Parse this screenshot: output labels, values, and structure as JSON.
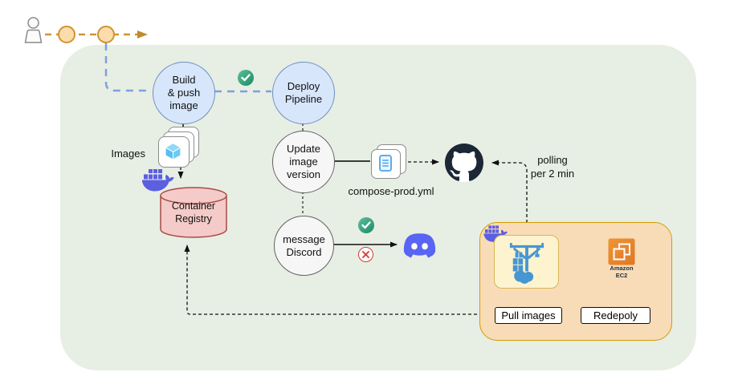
{
  "nodes": {
    "build_push": {
      "line1": "Build",
      "line2": "& push",
      "line3": "image"
    },
    "deploy_pipeline": {
      "line1": "Deploy",
      "line2": "Pipeline"
    },
    "update_image_version": {
      "line1": "Update",
      "line2": "image",
      "line3": "version"
    },
    "message_discord": {
      "line1": "message",
      "line2": "Discord"
    },
    "container_registry": {
      "line1": "Container",
      "line2": "Registry"
    }
  },
  "labels": {
    "images": "Images",
    "compose_file": "compose-prod.yml",
    "polling_line1": "polling",
    "polling_line2": "per 2 min",
    "pull_images": "Pull images",
    "redeploy": "Redepoly",
    "ec2_line1": "Amazon",
    "ec2_line2": "EC2"
  },
  "icons": {
    "person": "user-outline",
    "check": "green-check-badge",
    "error": "red-x-badge",
    "docker": "docker-whale",
    "images_stack": "stacked-cards-with-cube",
    "compose_file": "stacked-cards-with-document",
    "github": "github-octocat-mark",
    "discord": "discord-logo",
    "watchtower": "container-crane-with-cloud",
    "ec2": "amazon-ec2-orange-square"
  },
  "colors": {
    "canvas_bg": "#ffffff",
    "pipeline_bg": "#e7eee3",
    "node_blue_fill": "#d7e6fb",
    "node_blue_border": "#6c8ebf",
    "node_gray_fill": "#f6f6f6",
    "registry_fill": "#f4cbc8",
    "registry_border": "#a94a46",
    "server_box_fill": "#f8dcb8",
    "server_box_border": "#d79b00",
    "watchtower_box_fill": "#fdf3cf",
    "watchtower_box_border": "#d6b656",
    "workflow_orange": "#cf9434",
    "workflow_orange_fill": "#fcdcab",
    "flow_blue_dash": "#7f9fde",
    "success_green": "#1d8a66",
    "error_red": "#d93a32",
    "discord_blurple": "#5865f2",
    "docker_purple": "#5b5fe0",
    "watchtower_blue": "#4796d2",
    "ec2_orange": "#e8862d",
    "github_dark": "#1b2735"
  }
}
